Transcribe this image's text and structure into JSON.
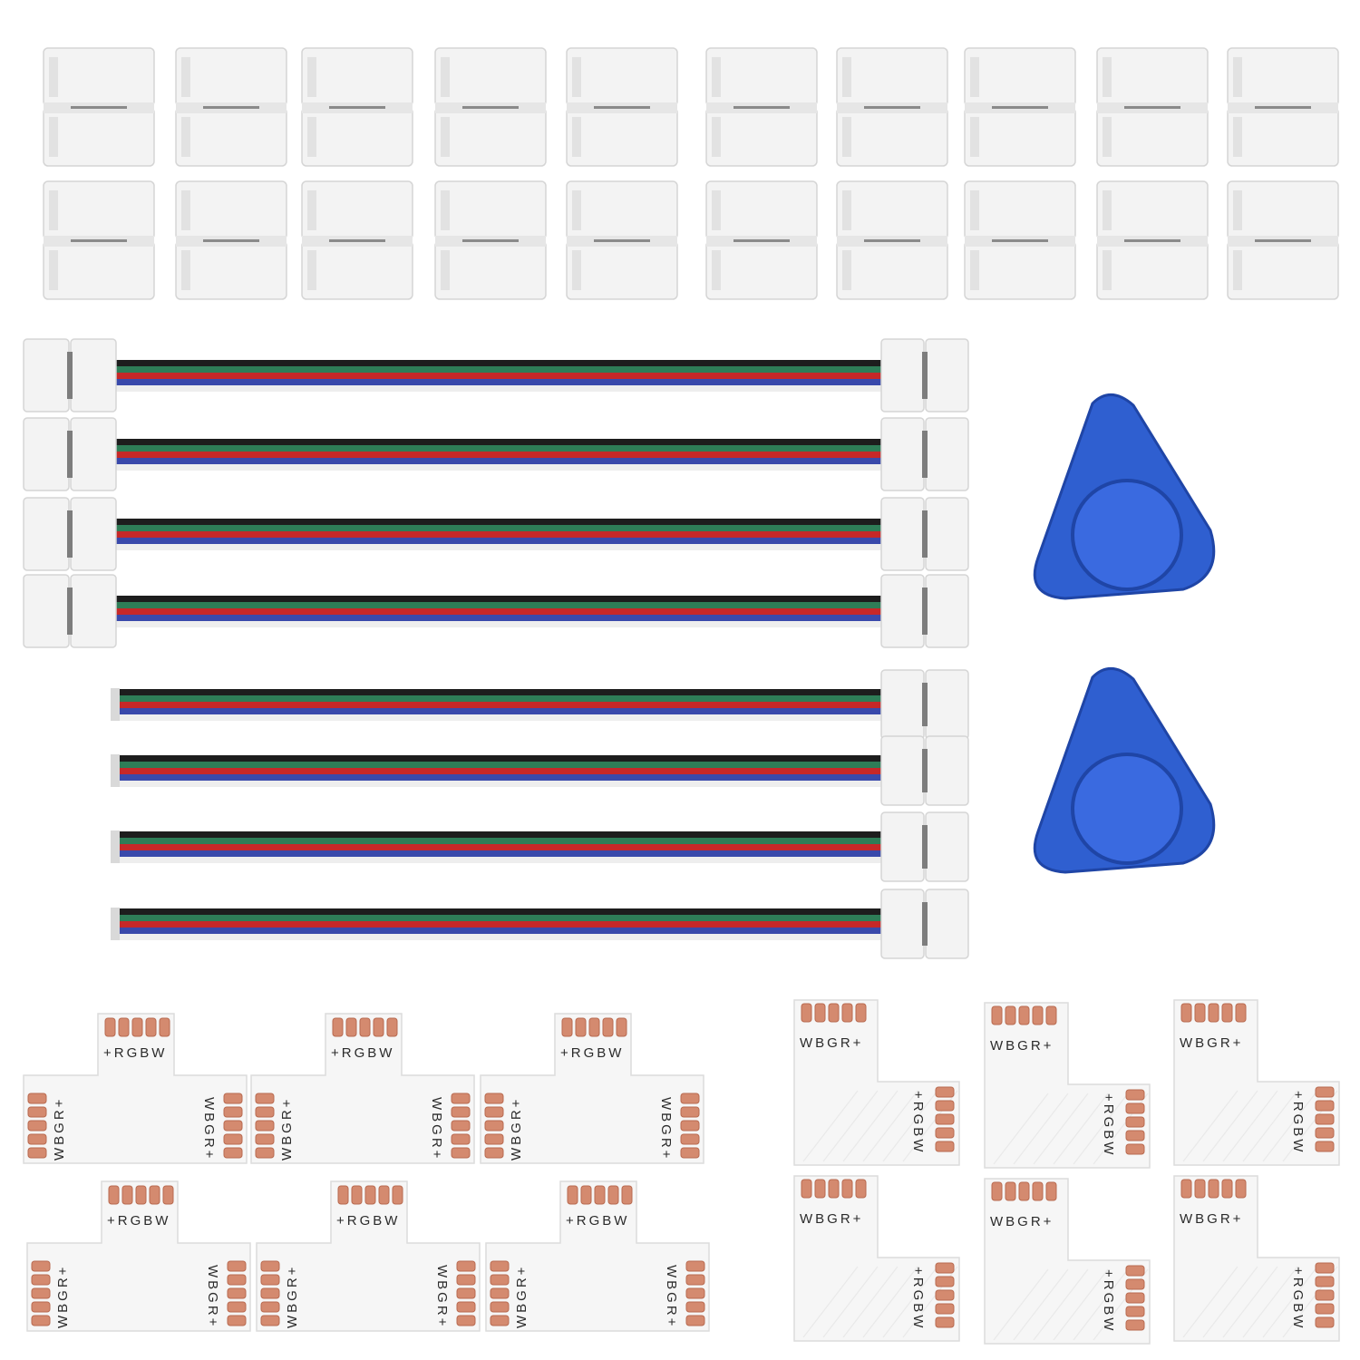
{
  "pcb": {
    "t_top_label": "+RGBW",
    "t_side_label": "WBGR+",
    "l_top_label": "WBGR+",
    "l_side_label": "+RGBW"
  },
  "colors": {
    "background": "#ffffff",
    "clip_body": "#f3f3f3",
    "clip_edge": "#d5d5d5",
    "pcb_board": "#f6f6f6",
    "pad": "#d48a6f",
    "pad_edge": "#b86a50",
    "wire_black": "#1d1d1d",
    "wire_green": "#2e7d57",
    "wire_red": "#c62828",
    "wire_blue": "#3949ab",
    "wire_white": "#eeeeee",
    "pry_tool": "#2f5fd0",
    "pry_tool_dark": "#1f45a6"
  },
  "counts": {
    "clips": 20,
    "double_ended_cables": 4,
    "single_ended_cables": 4,
    "pry_tools": 2,
    "t_connectors": 6,
    "l_connectors": 6
  }
}
